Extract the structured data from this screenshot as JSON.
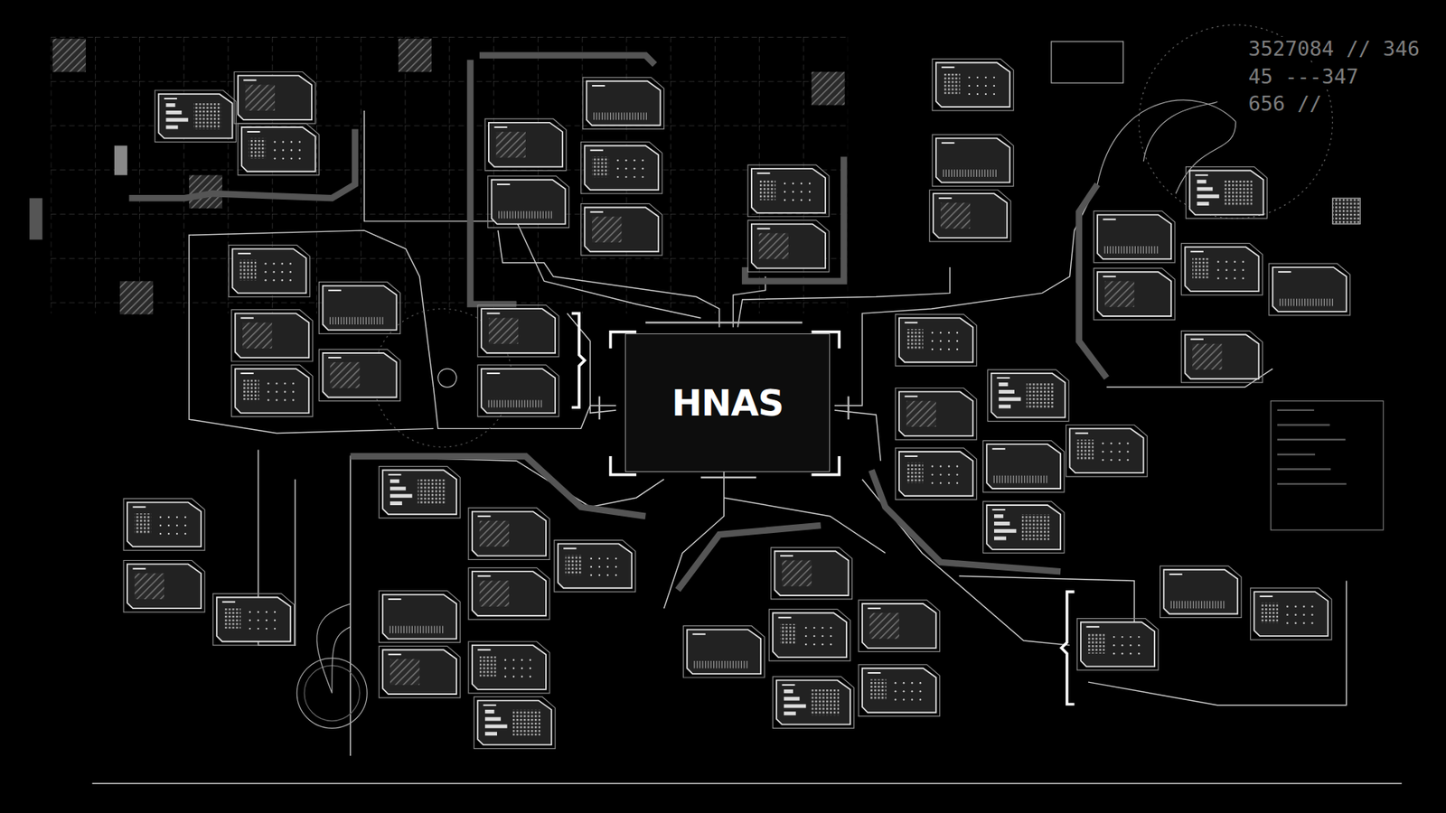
{
  "diagram": {
    "nodes": [
      {
        "text": [
          "HNAS"
        ]
      }
    ],
    "labels": [
      "3527084 // 346",
      "45 ---347",
      "656 //"
    ]
  }
}
